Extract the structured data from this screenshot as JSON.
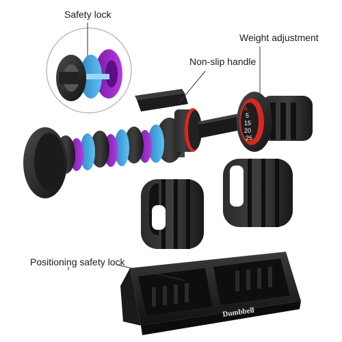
{
  "labels": {
    "safety_lock": "Safety lock",
    "weight_adjustment": "Weight adjustment",
    "non_slip_handle": "Non-slip handle",
    "positioning_safety_lock": "Positioning safety lock"
  },
  "tray": {
    "brand_text": "Dumbbell"
  },
  "dial": {
    "numbers": [
      "5",
      "15",
      "20",
      "25"
    ],
    "marker": "A"
  },
  "colors": {
    "plate_dark": "#1e1e1e",
    "plate_mid": "#333333",
    "ring_blue": "#3aa7ea",
    "ring_purple": "#9a22c8",
    "accent_red": "#d9291c",
    "inset_border": "#bcbcbc"
  },
  "icons": [
    "dumbbell-image",
    "weight-plate-image",
    "base-tray-image",
    "exploded-lock-inset-image"
  ]
}
